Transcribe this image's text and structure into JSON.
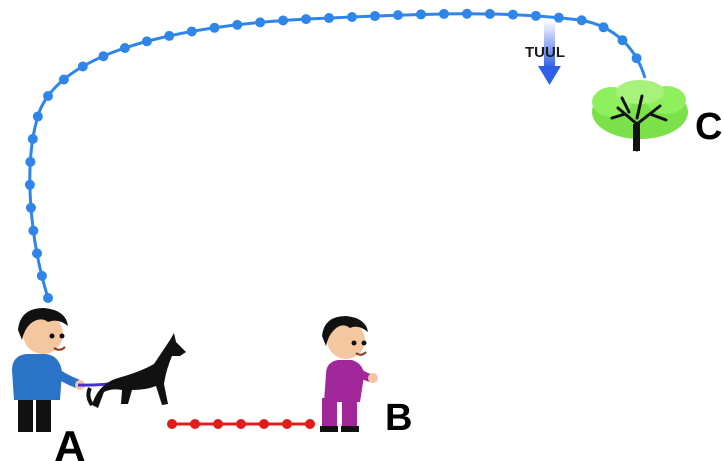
{
  "labels": {
    "a": "A",
    "b": "B",
    "c": "C",
    "wind": "TUUL"
  },
  "colors": {
    "dog_path": "#2f86e8",
    "ab_path": "#e21b1b",
    "leash": "#4b2fd6",
    "wind_arrow": "#2f5fe8",
    "tree_foliage": "#7be04a",
    "boy_a_shirt": "#2a73c6",
    "boy_b_shirt": "#a2279a"
  },
  "icons": [
    "boy-a-figure",
    "dog-figure",
    "boy-b-figure",
    "tree-icon",
    "wind-arrow-icon"
  ]
}
